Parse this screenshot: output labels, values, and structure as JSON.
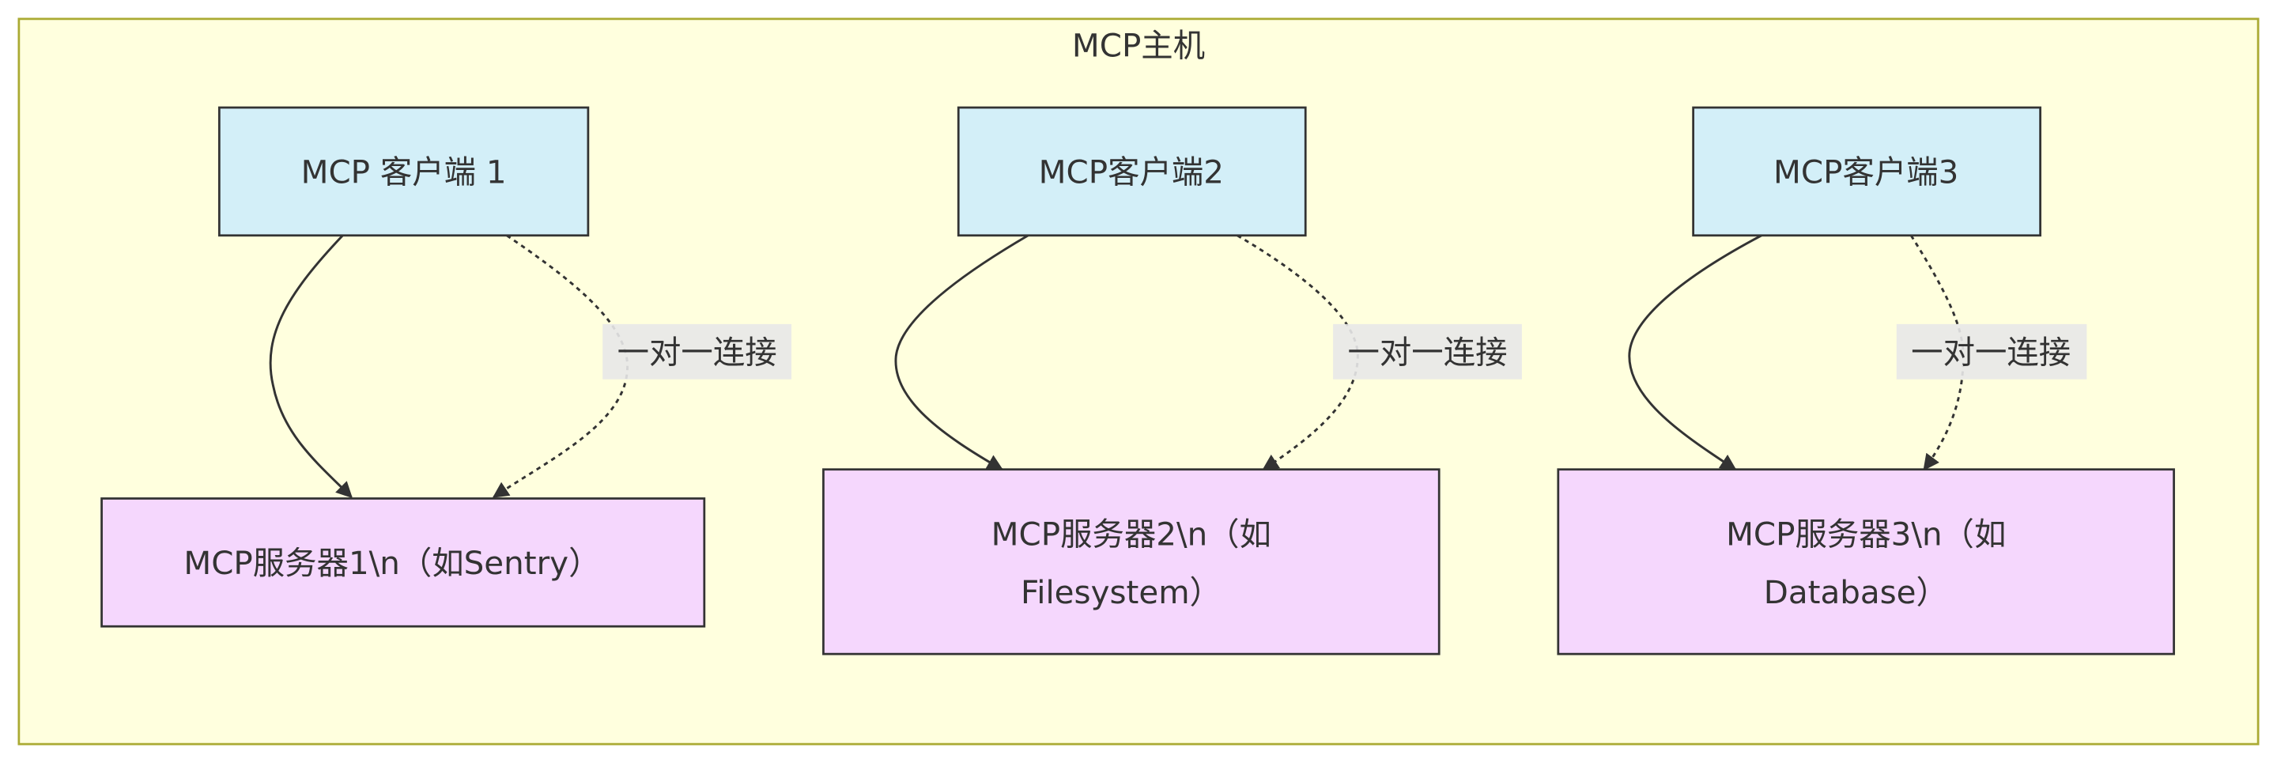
{
  "host": {
    "title": "MCP主机"
  },
  "clients": [
    {
      "label": "MCP 客户端 1"
    },
    {
      "label": "MCP客户端2"
    },
    {
      "label": "MCP客户端3"
    }
  ],
  "servers": [
    {
      "line1": "MCP服务器1\\n（如Sentry）",
      "line2": ""
    },
    {
      "line1": "MCP服务器2\\n（如",
      "line2": "Filesystem）"
    },
    {
      "line1": "MCP服务器3\\n（如",
      "line2": "Database）"
    }
  ],
  "edges": [
    {
      "from": "MCP 客户端 1",
      "to": "MCP服务器1",
      "style": "solid",
      "label": ""
    },
    {
      "from": "MCP 客户端 1",
      "to": "MCP服务器1",
      "style": "dotted",
      "label": "一对一连接"
    },
    {
      "from": "MCP客户端2",
      "to": "MCP服务器2",
      "style": "solid",
      "label": ""
    },
    {
      "from": "MCP客户端2",
      "to": "MCP服务器2",
      "style": "dotted",
      "label": "一对一连接"
    },
    {
      "from": "MCP客户端3",
      "to": "MCP服务器3",
      "style": "solid",
      "label": ""
    },
    {
      "from": "MCP客户端3",
      "to": "MCP服务器3",
      "style": "dotted",
      "label": "一对一连接"
    }
  ],
  "colors": {
    "host_fill": "#ffffde",
    "host_stroke": "#aaaa33",
    "client_fill": "#d3eff8",
    "server_fill": "#f5d7fd",
    "edge_label_bg": "#e8e8e8",
    "line": "#333333"
  }
}
